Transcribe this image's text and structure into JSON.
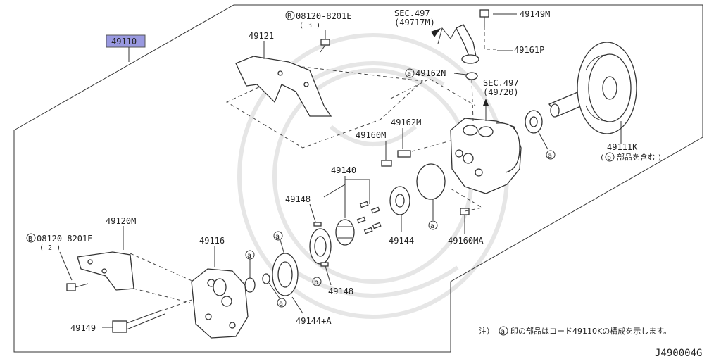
{
  "assembly": {
    "code": "49110",
    "highlight_color": "#9999e0"
  },
  "parts": {
    "p49121": "49121",
    "bolt_top": {
      "ref": "B",
      "code": "08120-8201E",
      "qty": "( 3 )"
    },
    "p49120m": "49120M",
    "bolt_left": {
      "ref": "B",
      "code": "08120-8201E",
      "qty": "( 2 )"
    },
    "p49149_top": "49149M",
    "p49161p": "49161P",
    "sec_top": {
      "line1": "SEC.497",
      "line2": "(49717M)"
    },
    "p49162n": {
      "ref": "a",
      "code": "49162N"
    },
    "sec_mid": {
      "line1": "SEC.497",
      "line2": "(49720)"
    },
    "p49162m": "49162M",
    "p49160m": "49160M",
    "p49140": "49140",
    "p49148_top": "49148",
    "p49144": "49144",
    "p49160ma": "49160MA",
    "p49116": "49116",
    "p49148_bottom": "49148",
    "p49144a": "49144+A",
    "p49149": "49149",
    "p49111k": {
      "code": "49111K",
      "ref": "b",
      "note": "部品を含む"
    },
    "circle_a": "a",
    "circle_b": "b"
  },
  "footnote": {
    "prefix": "注）",
    "ref": "a",
    "text": "印の部品はコード49110Kの構成を示します。"
  },
  "diagram_code": "J490004G",
  "icons": [
    "bracket-icon",
    "bolt-icon",
    "pulley-icon",
    "pump-housing-icon",
    "rotor-icon",
    "cam-ring-icon",
    "arrow-icon"
  ]
}
